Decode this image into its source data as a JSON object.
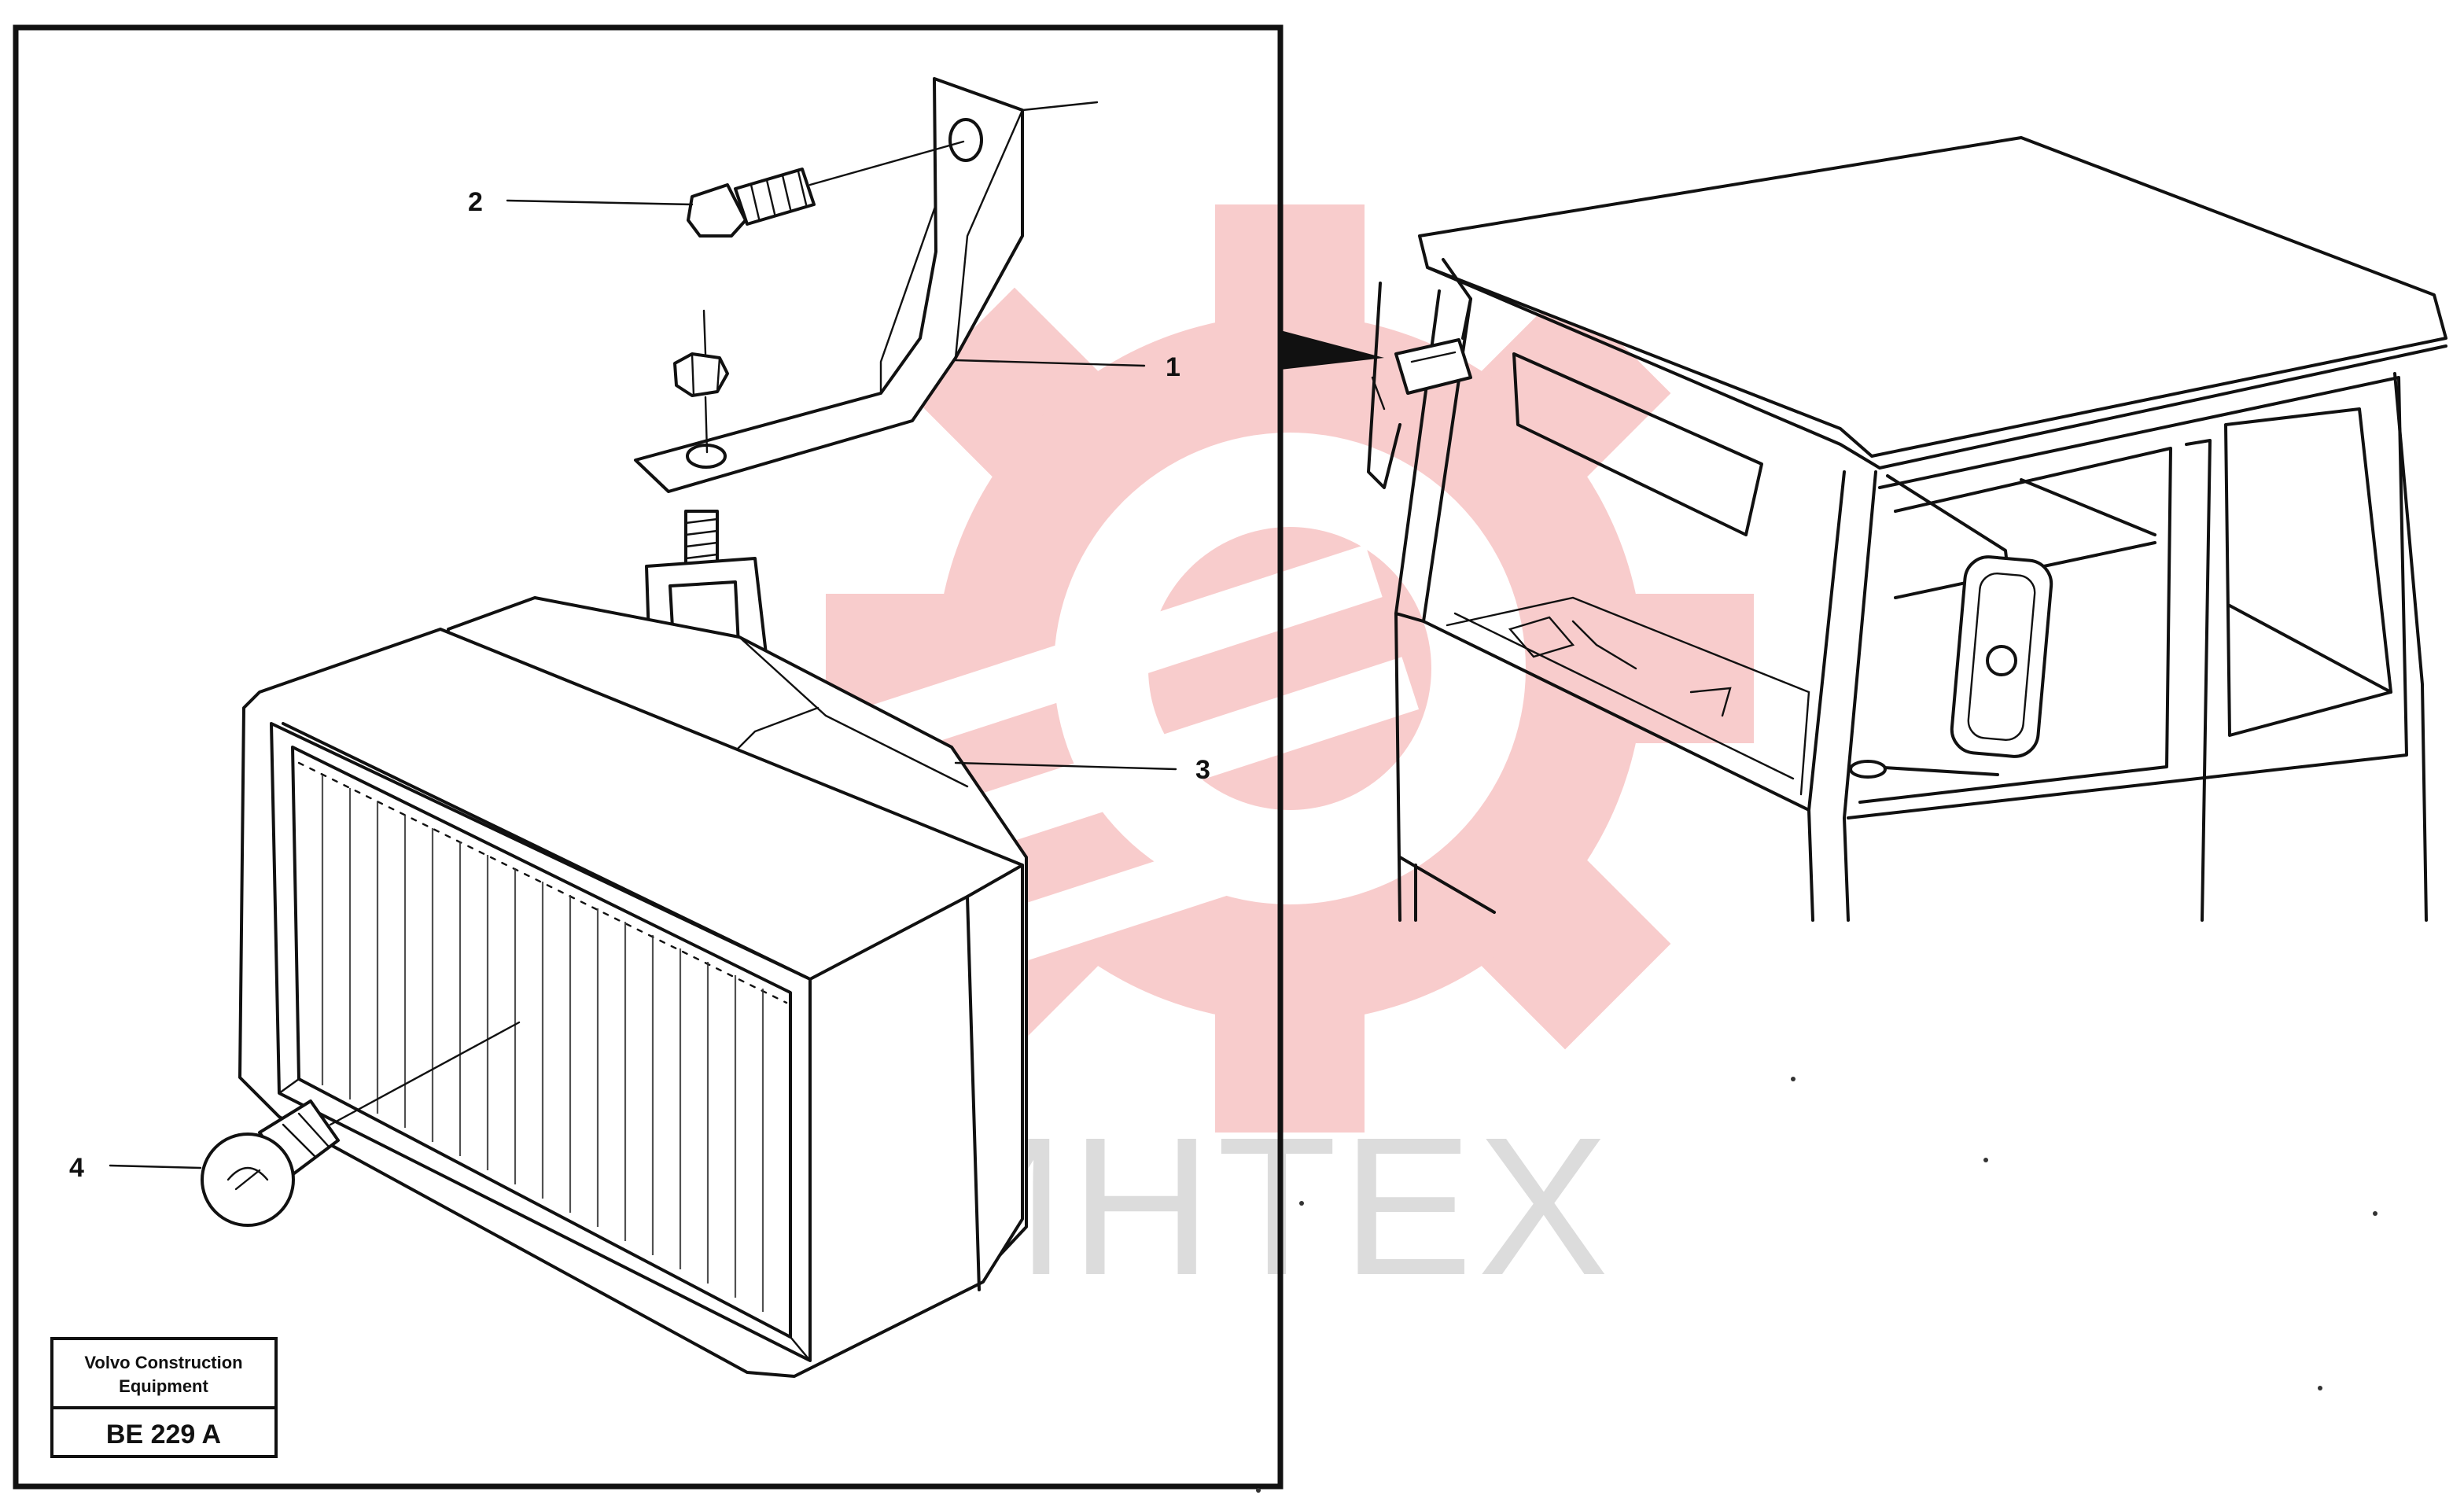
{
  "callouts": {
    "c1": "1",
    "c2": "2",
    "c3": "3",
    "c4": "4"
  },
  "title_block": {
    "company_line1": "Volvo Construction",
    "company_line2": "Equipment",
    "drawing_number": "BE 229 A"
  },
  "watermark": {
    "text": "ИНТЕХ",
    "gear_color": "#f4a3a3",
    "text_color": "#dcdcdc"
  },
  "colors": {
    "ink": "#111111",
    "paper": "#ffffff"
  }
}
